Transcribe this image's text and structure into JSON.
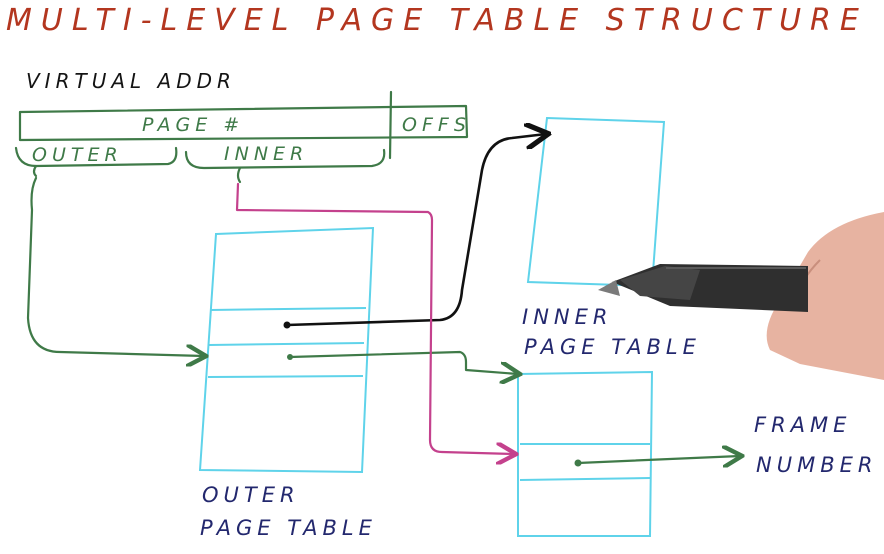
{
  "diagram": {
    "title": "MULTI-LEVEL PAGE TABLE STRUCTURE",
    "virtual_addr_label": "VIRTUAL ADDR",
    "page_number_label": "PAGE #",
    "offset_label": "OFFS",
    "outer_label": "OUTER",
    "inner_label": "INNER",
    "outer_table_label": [
      "OUTER",
      "PAGE TABLE"
    ],
    "inner_table_label": [
      "INNER",
      "PAGE TABLE"
    ],
    "frame_number_label": [
      "FRAME",
      "NUMBER"
    ],
    "colors": {
      "title": "#b3361f",
      "address": "#3f7a48",
      "table_outline": "#5fd3ea",
      "pointer": "#111111",
      "inner_index": "#c4418d",
      "labels": "#23286e"
    }
  }
}
